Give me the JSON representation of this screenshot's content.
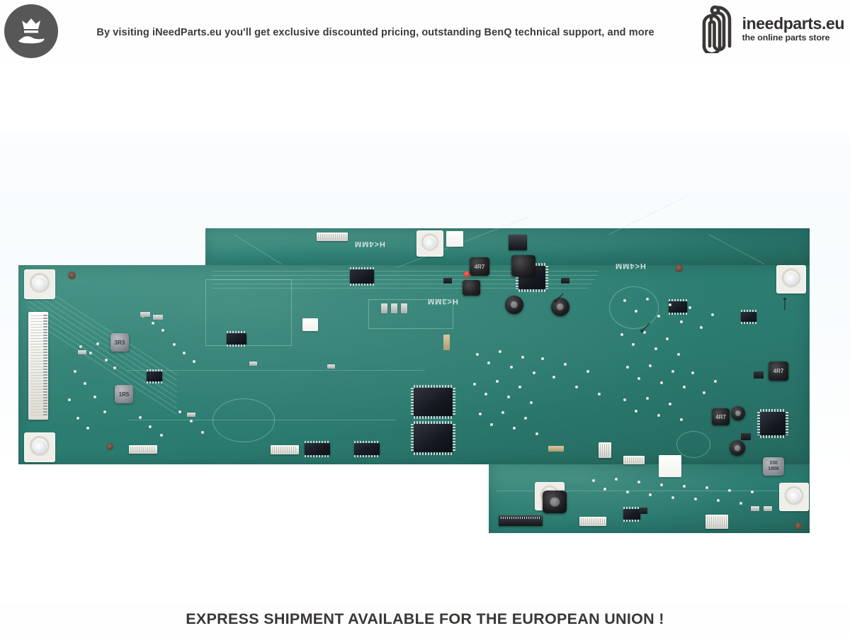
{
  "banner": {
    "seal_icon": "crown-in-hand-icon",
    "message": "By visiting iNeedParts.eu you'll get exclusive discounted pricing, outstanding BenQ technical support, and more",
    "logo": {
      "mark_icon": "paperclip-n-logo-icon",
      "name": "ineedparts.eu",
      "tagline": "the online parts store"
    }
  },
  "footer": {
    "message": "EXPRESS SHIPMENT AVAILABLE FOR THE EUROPEAN UNION !"
  },
  "photo": {
    "subject": "bare green printed circuit board (BenQ main board), photographed flat on white background",
    "board_color": "#2b7a6f",
    "background_color": "#ffffff",
    "silkscreen": {
      "height_note_1": "H<4MM",
      "height_note_2": "H<3MM",
      "height_note_3": "H<4MM",
      "inductor_1": "3R3",
      "inductor_2": "1R5",
      "inductor_3": "4R7",
      "inductor_4": "4R7",
      "inductor_5": "4R7",
      "capacitor_marking": "330",
      "capacitor_date_code": "1806"
    },
    "features": [
      "white vertical FFC/LVDS connector on left edge",
      "four cream screw mounting pads at the corners",
      "two central TSSOP driver ICs",
      "QFP microcontroller upper-middle",
      "QFP microcontroller right column",
      "black shielded power inductors",
      "dark board-to-board connector bottom centre",
      "white wire-to-board connectors along the top and bottom edges"
    ]
  }
}
